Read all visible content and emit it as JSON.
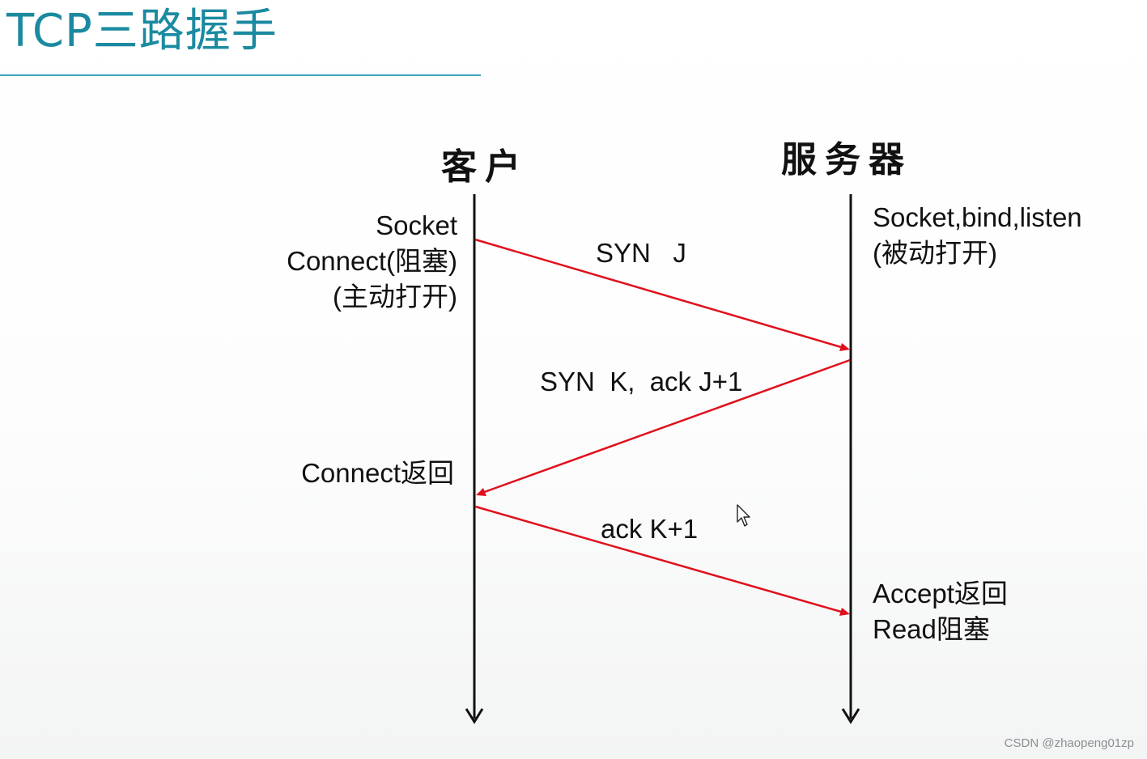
{
  "title": "TCP三路握手",
  "client": {
    "label": "客户",
    "notes": [
      "Socket",
      "Connect(阻塞)",
      "(主动打开)"
    ],
    "return_label": "Connect返回"
  },
  "server": {
    "label": "服务器",
    "notes": [
      "Socket,bind,listen",
      "(被动打开)"
    ],
    "accept_notes": [
      "Accept返回",
      "Read阻塞"
    ]
  },
  "messages": [
    {
      "label": "SYN   J",
      "direction": "client-to-server"
    },
    {
      "label": "SYN  K,  ack J+1",
      "direction": "server-to-client"
    },
    {
      "label": "ack K+1",
      "direction": "client-to-server"
    }
  ],
  "colors": {
    "title": "#1b8aa0",
    "rule": "#3aa3b6",
    "arrow": "#e0101c",
    "timeline": "#111111",
    "watermark": "#8a8f94"
  },
  "cursor_icon": "mouse-pointer-icon",
  "watermark": "CSDN @zhaopeng01zp"
}
